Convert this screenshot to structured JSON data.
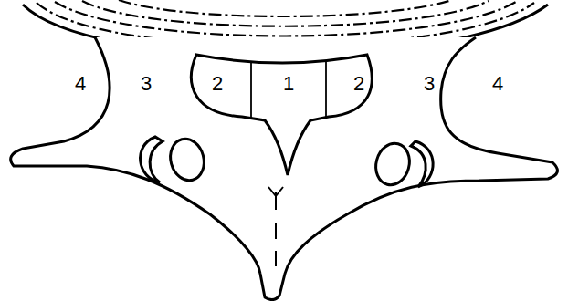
{
  "diagram": {
    "labels": [
      "4",
      "3",
      "2",
      "1",
      "2",
      "3",
      "4"
    ]
  }
}
